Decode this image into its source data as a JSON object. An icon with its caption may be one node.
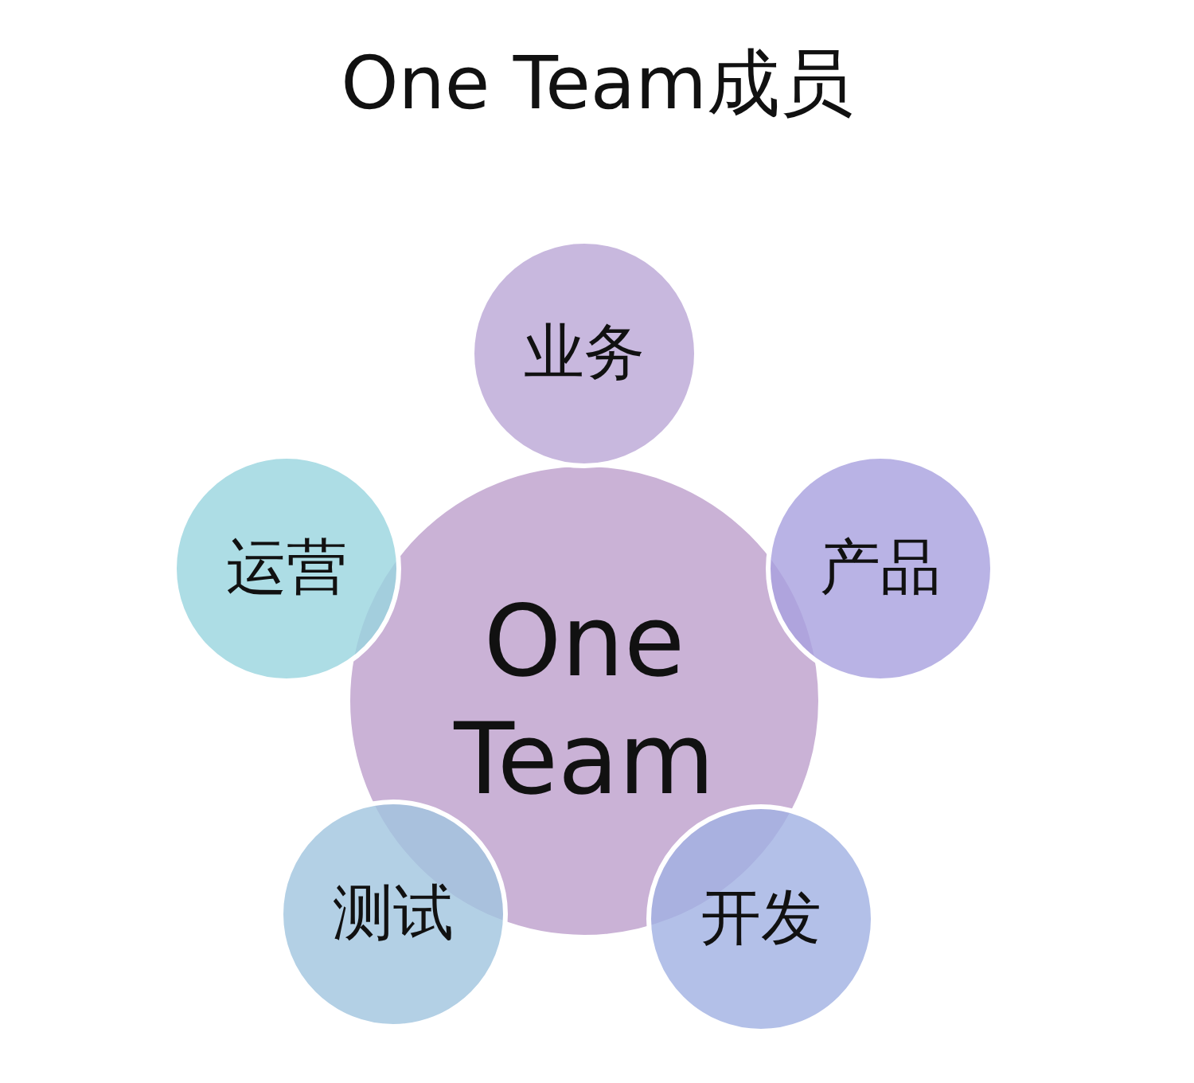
{
  "diagram": {
    "title": "One Team成员",
    "nodes": [
      {
        "text": [
          "One Team"
        ]
      },
      {
        "text": [
          "业务"
        ]
      },
      {
        "text": [
          "产品"
        ]
      },
      {
        "text": [
          "开发"
        ]
      },
      {
        "text": [
          "测试"
        ]
      },
      {
        "text": [
          "运营"
        ]
      }
    ]
  }
}
